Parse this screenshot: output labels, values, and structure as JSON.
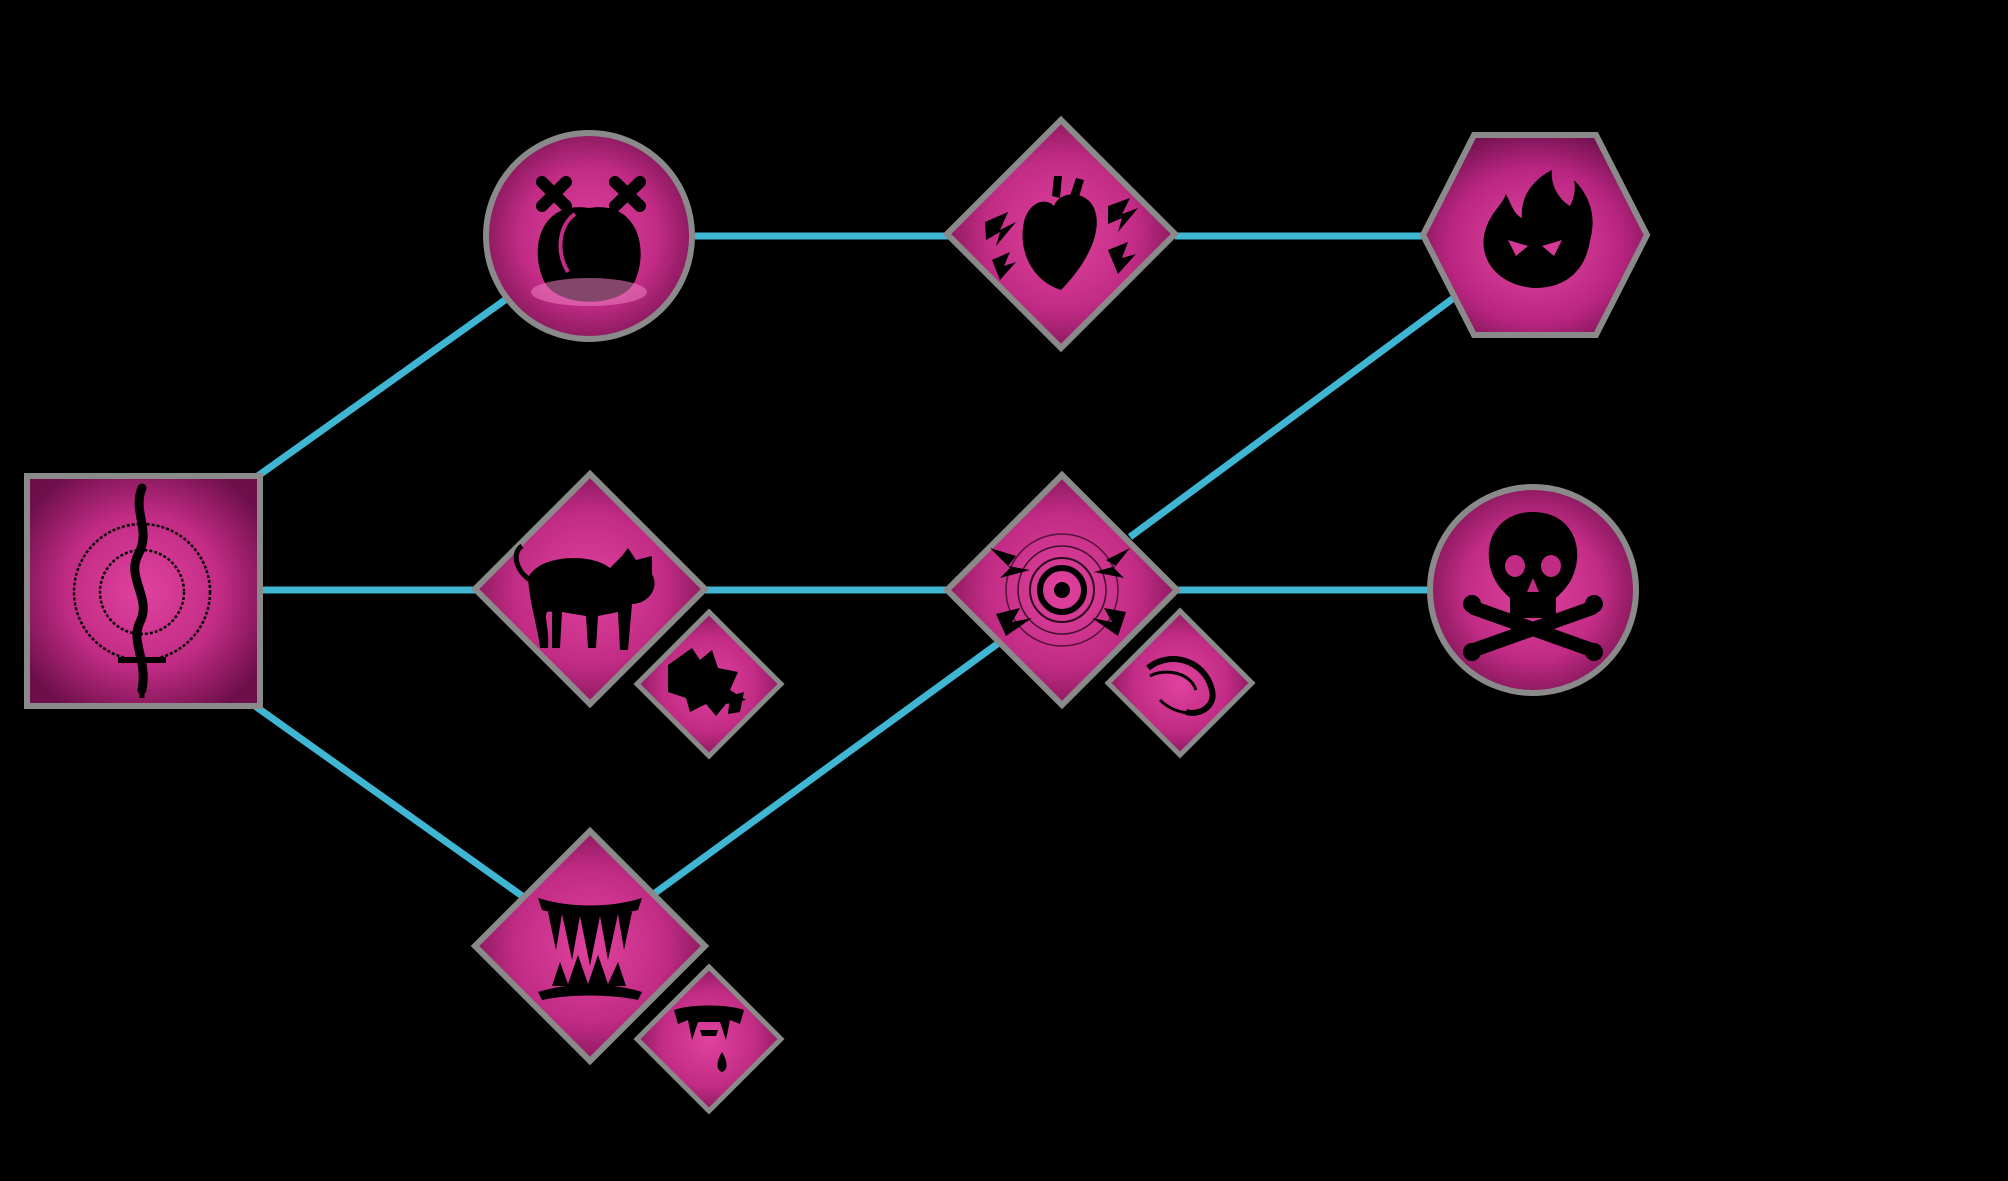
{
  "skill_tree": {
    "colors": {
      "background": "#000000",
      "connector": "#3fb6d3",
      "node_fill_center": "#e0429e",
      "node_fill_edge": "#6e0f4b",
      "node_border": "#8a8a8a",
      "glyph": "#000000"
    },
    "nodes": [
      {
        "id": "root",
        "icon": "blade-sigil-icon",
        "shape": "square"
      },
      {
        "id": "tier1-top",
        "icon": "tied-sack-icon",
        "shape": "circle"
      },
      {
        "id": "tier1-mid",
        "icon": "black-cat-icon",
        "shape": "diamond"
      },
      {
        "id": "tier1-mid-sub",
        "icon": "werewolf-icon",
        "shape": "small-diamond"
      },
      {
        "id": "tier1-bot",
        "icon": "fanged-maw-icon",
        "shape": "diamond"
      },
      {
        "id": "tier1-bot-sub",
        "icon": "vampire-fangs-icon",
        "shape": "small-diamond"
      },
      {
        "id": "tier2-top",
        "icon": "shocked-heart-icon",
        "shape": "diamond"
      },
      {
        "id": "tier2-mid",
        "icon": "shockwave-target-icon",
        "shape": "diamond"
      },
      {
        "id": "tier2-mid-sub",
        "icon": "swirl-claw-icon",
        "shape": "small-diamond"
      },
      {
        "id": "tier3-top",
        "icon": "demon-flame-icon",
        "shape": "hexagon"
      },
      {
        "id": "tier3-mid",
        "icon": "skull-crossbones-icon",
        "shape": "circle"
      }
    ],
    "connections": [
      [
        "root",
        "tier1-top"
      ],
      [
        "root",
        "tier1-mid"
      ],
      [
        "root",
        "tier1-bot"
      ],
      [
        "tier1-top",
        "tier2-top"
      ],
      [
        "tier2-top",
        "tier3-top"
      ],
      [
        "tier1-mid",
        "tier2-mid"
      ],
      [
        "tier2-mid",
        "tier3-mid"
      ],
      [
        "tier1-bot",
        "tier2-mid"
      ],
      [
        "tier2-mid",
        "tier3-top"
      ]
    ]
  }
}
